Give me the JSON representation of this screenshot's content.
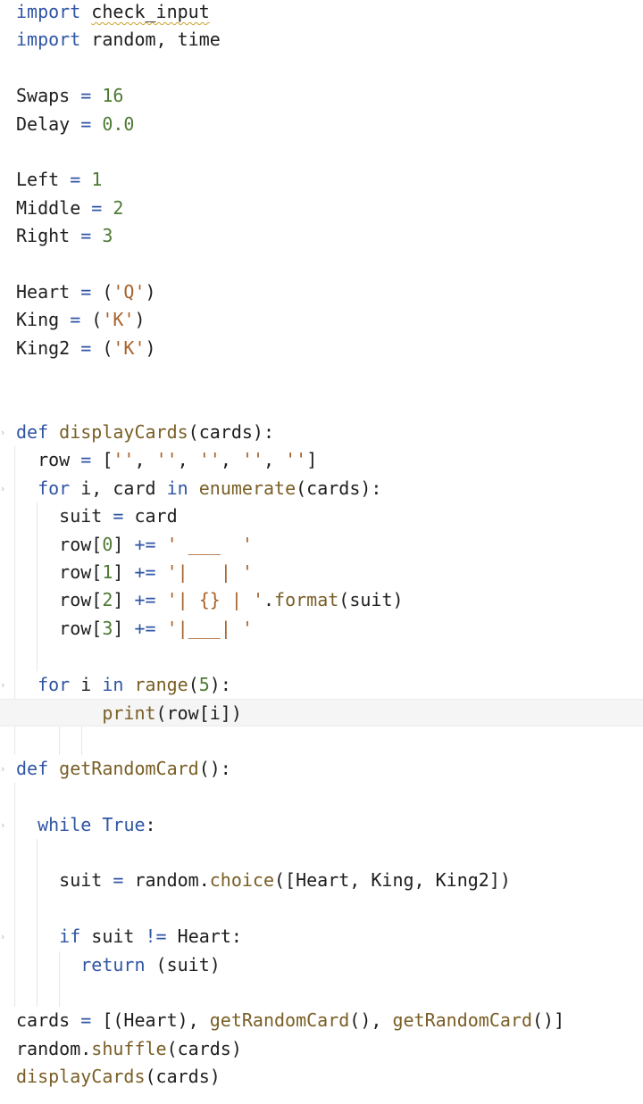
{
  "editor": {
    "language": "python",
    "lines": [
      [
        {
          "t": "import",
          "c": "kw"
        },
        {
          "t": " "
        },
        {
          "t": "check_input",
          "c": "squig"
        }
      ],
      [
        {
          "t": "import",
          "c": "kw"
        },
        {
          "t": " random, time"
        }
      ],
      [],
      [
        {
          "t": "Swaps "
        },
        {
          "t": "=",
          "c": "kw"
        },
        {
          "t": " "
        },
        {
          "t": "16",
          "c": "num"
        }
      ],
      [
        {
          "t": "Delay "
        },
        {
          "t": "=",
          "c": "kw"
        },
        {
          "t": " "
        },
        {
          "t": "0.0",
          "c": "num"
        }
      ],
      [],
      [
        {
          "t": "Left "
        },
        {
          "t": "=",
          "c": "kw"
        },
        {
          "t": " "
        },
        {
          "t": "1",
          "c": "num"
        }
      ],
      [
        {
          "t": "Middle "
        },
        {
          "t": "=",
          "c": "kw"
        },
        {
          "t": " "
        },
        {
          "t": "2",
          "c": "num"
        }
      ],
      [
        {
          "t": "Right "
        },
        {
          "t": "=",
          "c": "kw"
        },
        {
          "t": " "
        },
        {
          "t": "3",
          "c": "num"
        }
      ],
      [],
      [
        {
          "t": "Heart "
        },
        {
          "t": "=",
          "c": "kw"
        },
        {
          "t": " ("
        },
        {
          "t": "'Q'",
          "c": "str"
        },
        {
          "t": ")"
        }
      ],
      [
        {
          "t": "King "
        },
        {
          "t": "=",
          "c": "kw"
        },
        {
          "t": " ("
        },
        {
          "t": "'K'",
          "c": "str"
        },
        {
          "t": ")"
        }
      ],
      [
        {
          "t": "King2 "
        },
        {
          "t": "=",
          "c": "kw"
        },
        {
          "t": " ("
        },
        {
          "t": "'K'",
          "c": "str"
        },
        {
          "t": ")"
        }
      ],
      [],
      [],
      [
        {
          "t": "def",
          "c": "kw"
        },
        {
          "t": " "
        },
        {
          "t": "displayCards",
          "c": "fn"
        },
        {
          "t": "(cards):"
        }
      ],
      [
        {
          "t": "  row "
        },
        {
          "t": "=",
          "c": "kw"
        },
        {
          "t": " ["
        },
        {
          "t": "''",
          "c": "str"
        },
        {
          "t": ", "
        },
        {
          "t": "''",
          "c": "str"
        },
        {
          "t": ", "
        },
        {
          "t": "''",
          "c": "str"
        },
        {
          "t": ", "
        },
        {
          "t": "''",
          "c": "str"
        },
        {
          "t": ", "
        },
        {
          "t": "''",
          "c": "str"
        },
        {
          "t": "]"
        }
      ],
      [
        {
          "t": "  "
        },
        {
          "t": "for",
          "c": "kw"
        },
        {
          "t": " i, card "
        },
        {
          "t": "in",
          "c": "kw"
        },
        {
          "t": " "
        },
        {
          "t": "enumerate",
          "c": "fn"
        },
        {
          "t": "(cards):"
        }
      ],
      [
        {
          "t": "    suit "
        },
        {
          "t": "=",
          "c": "kw"
        },
        {
          "t": " card"
        }
      ],
      [
        {
          "t": "    row["
        },
        {
          "t": "0",
          "c": "num"
        },
        {
          "t": "] "
        },
        {
          "t": "+=",
          "c": "kw"
        },
        {
          "t": " "
        },
        {
          "t": "' ___  '",
          "c": "str"
        }
      ],
      [
        {
          "t": "    row["
        },
        {
          "t": "1",
          "c": "num"
        },
        {
          "t": "] "
        },
        {
          "t": "+=",
          "c": "kw"
        },
        {
          "t": " "
        },
        {
          "t": "'|   | '",
          "c": "str"
        }
      ],
      [
        {
          "t": "    row["
        },
        {
          "t": "2",
          "c": "num"
        },
        {
          "t": "] "
        },
        {
          "t": "+=",
          "c": "kw"
        },
        {
          "t": " "
        },
        {
          "t": "'| {} | '",
          "c": "str"
        },
        {
          "t": "."
        },
        {
          "t": "format",
          "c": "fn"
        },
        {
          "t": "(suit)"
        }
      ],
      [
        {
          "t": "    row["
        },
        {
          "t": "3",
          "c": "num"
        },
        {
          "t": "] "
        },
        {
          "t": "+=",
          "c": "kw"
        },
        {
          "t": " "
        },
        {
          "t": "'|___| '",
          "c": "str"
        }
      ],
      [],
      [
        {
          "t": "  "
        },
        {
          "t": "for",
          "c": "kw"
        },
        {
          "t": " i "
        },
        {
          "t": "in",
          "c": "kw"
        },
        {
          "t": " "
        },
        {
          "t": "range",
          "c": "fn"
        },
        {
          "t": "("
        },
        {
          "t": "5",
          "c": "num"
        },
        {
          "t": "):"
        }
      ],
      [
        {
          "t": "        "
        },
        {
          "t": "print",
          "c": "fn"
        },
        {
          "t": "(row[i])"
        }
      ],
      [],
      [
        {
          "t": "def",
          "c": "kw"
        },
        {
          "t": " "
        },
        {
          "t": "getRandomCard",
          "c": "fn"
        },
        {
          "t": "():"
        }
      ],
      [],
      [
        {
          "t": "  "
        },
        {
          "t": "while",
          "c": "kw"
        },
        {
          "t": " "
        },
        {
          "t": "True",
          "c": "kw"
        },
        {
          "t": ":"
        }
      ],
      [],
      [
        {
          "t": "    suit "
        },
        {
          "t": "=",
          "c": "kw"
        },
        {
          "t": " random."
        },
        {
          "t": "choice",
          "c": "fn"
        },
        {
          "t": "([Heart, King, King2])"
        }
      ],
      [],
      [
        {
          "t": "    "
        },
        {
          "t": "if",
          "c": "kw"
        },
        {
          "t": " suit "
        },
        {
          "t": "!=",
          "c": "kw"
        },
        {
          "t": " Heart:"
        }
      ],
      [
        {
          "t": "      "
        },
        {
          "t": "return",
          "c": "kw"
        },
        {
          "t": " (suit)"
        }
      ],
      [],
      [
        {
          "t": "cards "
        },
        {
          "t": "=",
          "c": "kw"
        },
        {
          "t": " [(Heart), "
        },
        {
          "t": "getRandomCard",
          "c": "fn"
        },
        {
          "t": "(), "
        },
        {
          "t": "getRandomCard",
          "c": "fn"
        },
        {
          "t": "()]"
        }
      ],
      [
        {
          "t": "random."
        },
        {
          "t": "shuffle",
          "c": "fn"
        },
        {
          "t": "(cards)"
        }
      ],
      [
        {
          "t": "displayCards",
          "c": "fn"
        },
        {
          "t": "(cards)"
        }
      ]
    ],
    "fold_marker": "›",
    "active_line": 25
  }
}
